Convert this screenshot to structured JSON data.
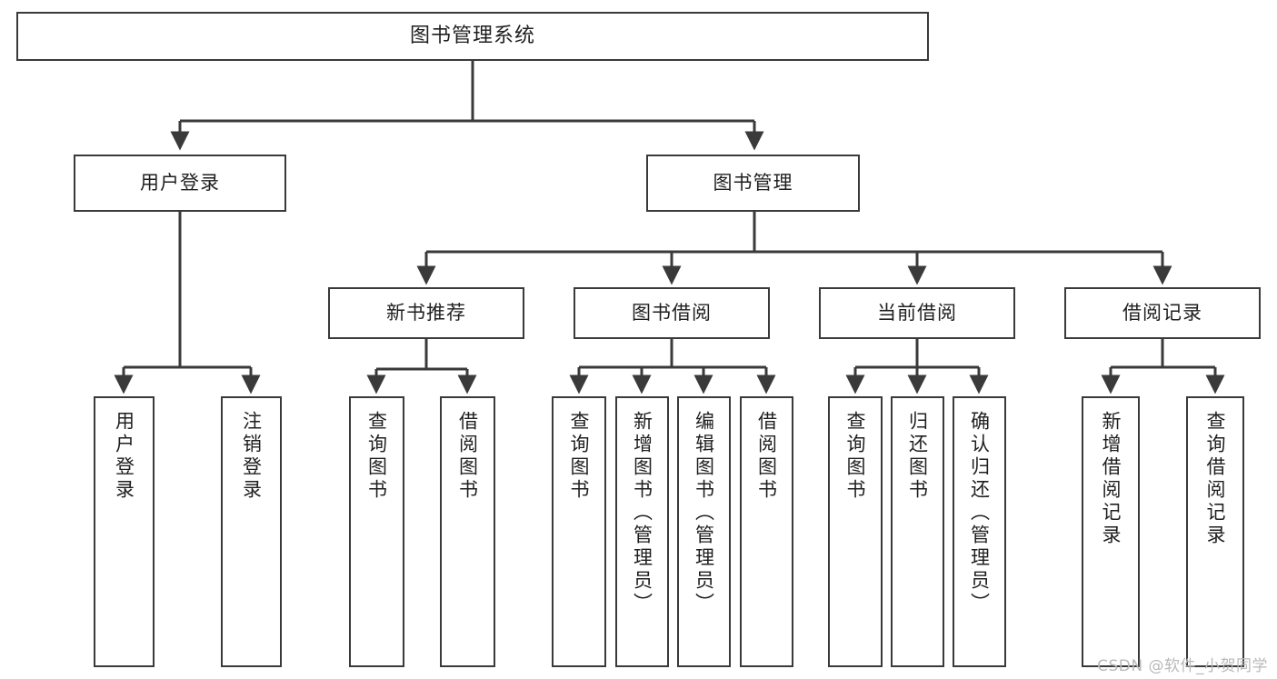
{
  "diagram": {
    "title": "图书管理系统",
    "type": "functional-structure-tree",
    "watermark": "CSDN @软件_小贺同学",
    "style": {
      "box_border": "#3a3a3a",
      "box_fill": "#ffffff",
      "line_color": "#3a3a3a",
      "text_color": "#1f1f1f",
      "background": "#ffffff",
      "watermark_color": "#b9b9b9"
    },
    "nodes": {
      "root": {
        "label": "图书管理系统",
        "level": 1
      },
      "user_login": {
        "label": "用户登录",
        "level": 2
      },
      "book_manage": {
        "label": "图书管理",
        "level": 2
      },
      "new_book_rec": {
        "label": "新书推荐",
        "level": 3
      },
      "book_borrow": {
        "label": "图书借阅",
        "level": 3
      },
      "current_borrow": {
        "label": "当前借阅",
        "level": 3
      },
      "borrow_record": {
        "label": "借阅记录",
        "level": 3
      },
      "leaf_user_login": {
        "label": "用户登录",
        "level": 4
      },
      "leaf_user_logout": {
        "label": "注销登录",
        "level": 4
      },
      "leaf_query_book_a": {
        "label": "查询图书",
        "level": 4
      },
      "leaf_borrow_book_a": {
        "label": "借阅图书",
        "level": 4
      },
      "leaf_query_book_b": {
        "label": "查询图书",
        "level": 4
      },
      "leaf_add_book": {
        "label": "新增图书（管理员）",
        "level": 4
      },
      "leaf_edit_book": {
        "label": "编辑图书（管理员）",
        "level": 4
      },
      "leaf_borrow_book_b": {
        "label": "借阅图书",
        "level": 4
      },
      "leaf_query_book_c": {
        "label": "查询图书",
        "level": 4
      },
      "leaf_return_book": {
        "label": "归还图书",
        "level": 4
      },
      "leaf_confirm_return": {
        "label": "确认归还（管理员）",
        "level": 4
      },
      "leaf_add_record": {
        "label": "新增借阅记录",
        "level": 4
      },
      "leaf_query_record": {
        "label": "查询借阅记录",
        "level": 4
      }
    },
    "edges": [
      {
        "from": "root",
        "to": "user_login"
      },
      {
        "from": "root",
        "to": "book_manage"
      },
      {
        "from": "user_login",
        "to": "leaf_user_login"
      },
      {
        "from": "user_login",
        "to": "leaf_user_logout"
      },
      {
        "from": "book_manage",
        "to": "new_book_rec"
      },
      {
        "from": "book_manage",
        "to": "book_borrow"
      },
      {
        "from": "book_manage",
        "to": "current_borrow"
      },
      {
        "from": "book_manage",
        "to": "borrow_record"
      },
      {
        "from": "new_book_rec",
        "to": "leaf_query_book_a"
      },
      {
        "from": "new_book_rec",
        "to": "leaf_borrow_book_a"
      },
      {
        "from": "book_borrow",
        "to": "leaf_query_book_b"
      },
      {
        "from": "book_borrow",
        "to": "leaf_add_book"
      },
      {
        "from": "book_borrow",
        "to": "leaf_edit_book"
      },
      {
        "from": "book_borrow",
        "to": "leaf_borrow_book_b"
      },
      {
        "from": "current_borrow",
        "to": "leaf_query_book_c"
      },
      {
        "from": "current_borrow",
        "to": "leaf_return_book"
      },
      {
        "from": "current_borrow",
        "to": "leaf_confirm_return"
      },
      {
        "from": "borrow_record",
        "to": "leaf_add_record"
      },
      {
        "from": "borrow_record",
        "to": "leaf_query_record"
      }
    ]
  }
}
